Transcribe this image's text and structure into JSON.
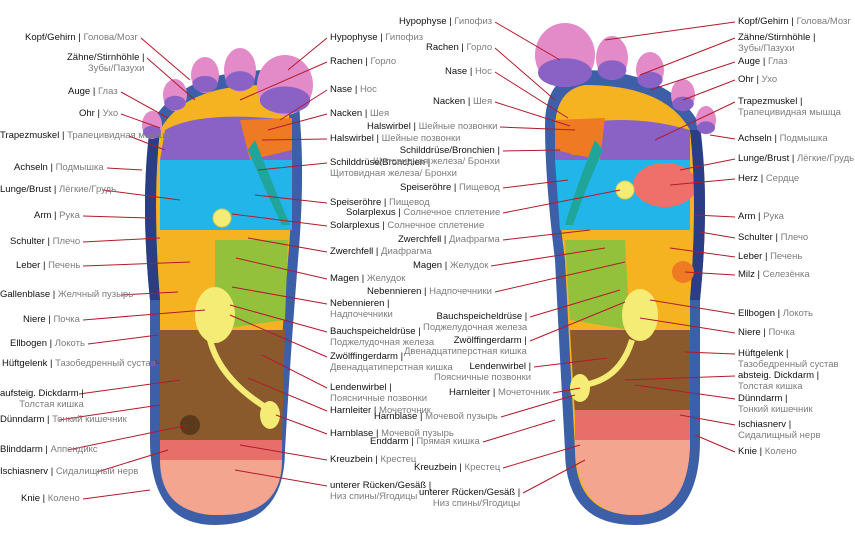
{
  "left_foot": {
    "left_labels": [
      {
        "de": "Kopf/Gehirn",
        "ru": "Голова/Мозг"
      },
      {
        "de": "Zähne/Stirnhöhle",
        "ru": "Зубы/Пазухи",
        "stacked": true
      },
      {
        "de": "Auge",
        "ru": "Глаз"
      },
      {
        "de": "Ohr",
        "ru": "Ухо"
      },
      {
        "de": "Trapezmuskel",
        "ru": "Трапецивидная мышца"
      },
      {
        "de": "Achseln",
        "ru": "Подмышка"
      },
      {
        "de": "Lunge/Brust",
        "ru": "Лёгкие/Грудь"
      },
      {
        "de": "Arm",
        "ru": "Рука"
      },
      {
        "de": "Schulter",
        "ru": "Плечо"
      },
      {
        "de": "Leber",
        "ru": "Печень"
      },
      {
        "de": "Gallenblase",
        "ru": "Желчный пузырь"
      },
      {
        "de": "Niere",
        "ru": "Почка"
      },
      {
        "de": "Ellbogen",
        "ru": "Локоть"
      },
      {
        "de": "Hüftgelenk",
        "ru": "Тазобедренный сустав"
      },
      {
        "de": "aufsteig. Dickdarm",
        "ru": "Толстая кишка",
        "stacked": true
      },
      {
        "de": "Dünndarm",
        "ru": "Тонкий кишечник"
      },
      {
        "de": "Blinddarm",
        "ru": "Аппендикс"
      },
      {
        "de": "Ischiasnerv",
        "ru": "Сидалищный нерв"
      },
      {
        "de": "Knie",
        "ru": "Колено"
      }
    ],
    "right_labels": [
      {
        "de": "Hypophyse",
        "ru": "Гипофиз"
      },
      {
        "de": "Rachen",
        "ru": "Горло"
      },
      {
        "de": "Nase",
        "ru": "Нос"
      },
      {
        "de": "Nacken",
        "ru": "Шея"
      },
      {
        "de": "Halswirbel",
        "ru": "Шейные позвонки"
      },
      {
        "de": "Schilddrüse/Bronchien",
        "ru": "Щитовидная железа/ Бронхи",
        "stacked": true
      },
      {
        "de": "Speiseröhre",
        "ru": "Пищевод"
      },
      {
        "de": "Solarplexus",
        "ru": "Солнечное сплетение"
      },
      {
        "de": "Zwerchfell",
        "ru": "Диафрагма"
      },
      {
        "de": "Magen",
        "ru": "Желудок"
      },
      {
        "de": "Nebennieren",
        "ru": "Надпочечники",
        "stacked": true
      },
      {
        "de": "Bauchspeicheldrüse",
        "ru": "Поджелудочная железа",
        "stacked": true
      },
      {
        "de": "Zwölffingerdarm",
        "ru": "Двенадцатиперстная кишка",
        "stacked": true
      },
      {
        "de": "Lendenwirbel",
        "ru": "Поясничные позвонки",
        "stacked": true
      },
      {
        "de": "Harnleiter",
        "ru": "Мочеточник"
      },
      {
        "de": "Harnblase",
        "ru": "Мочевой пузырь"
      },
      {
        "de": "Kreuzbein",
        "ru": "Крестец"
      },
      {
        "de": "unterer Rücken/Gesäß",
        "ru": "Низ спины/Ягодицы",
        "stacked": true
      }
    ]
  },
  "right_foot": {
    "left_labels": [
      {
        "de": "Hypophyse",
        "ru": "Гипофиз"
      },
      {
        "de": "Rachen",
        "ru": "Горло"
      },
      {
        "de": "Nase",
        "ru": "Нос"
      },
      {
        "de": "Nacken",
        "ru": "Шея"
      },
      {
        "de": "Halswirbel",
        "ru": "Шейные позвонки"
      },
      {
        "de": "Schilddrüse/Bronchien",
        "ru": "Щитовидная железа/ Бронхи",
        "stacked": true
      },
      {
        "de": "Speiseröhre",
        "ru": "Пищевод"
      },
      {
        "de": "Solarplexus",
        "ru": "Солнечное сплетение"
      },
      {
        "de": "Zwerchfell",
        "ru": "Диафрагма"
      },
      {
        "de": "Magen",
        "ru": "Желудок"
      },
      {
        "de": "Nebennieren",
        "ru": "Надпочечники"
      },
      {
        "de": "Bauchspeicheldrüse",
        "ru": "Поджелудочная железа",
        "stacked": true
      },
      {
        "de": "Zwölffingerdarm",
        "ru": "Двенадцатиперстная кишка",
        "stacked": true
      },
      {
        "de": "Lendenwirbel",
        "ru": "Поясничные позвонки",
        "stacked": true
      },
      {
        "de": "Harnleiter",
        "ru": "Мочеточник"
      },
      {
        "de": "Harnblase",
        "ru": "Мочевой пузырь"
      },
      {
        "de": "Enddarm",
        "ru": "Прямая кишка"
      },
      {
        "de": "Kreuzbein",
        "ru": "Крестец"
      },
      {
        "de": "unterer Rücken/Gesäß",
        "ru": "Низ спины/Ягодицы",
        "stacked": true
      }
    ],
    "right_labels": [
      {
        "de": "Kopf/Gehirn",
        "ru": "Голова/Мозг"
      },
      {
        "de": "Zähne/Stirnhöhle",
        "ru": "Зубы/Пазухи",
        "stacked": true
      },
      {
        "de": "Auge",
        "ru": "Глаз"
      },
      {
        "de": "Ohr",
        "ru": "Ухо"
      },
      {
        "de": "Trapezmuskel",
        "ru": "Трапецивидная мышца",
        "stacked": true
      },
      {
        "de": "Achseln",
        "ru": "Подмышка"
      },
      {
        "de": "Lunge/Brust",
        "ru": "Лёгкие/Грудь"
      },
      {
        "de": "Herz",
        "ru": "Сердце"
      },
      {
        "de": "Arm",
        "ru": "Рука"
      },
      {
        "de": "Schulter",
        "ru": "Плечо"
      },
      {
        "de": "Leber",
        "ru": "Печень"
      },
      {
        "de": "Milz",
        "ru": "Селезёнка"
      },
      {
        "de": "Ellbogen",
        "ru": "Локоть"
      },
      {
        "de": "Niere",
        "ru": "Почка"
      },
      {
        "de": "Hüftgelenk",
        "ru": "Тазобедренный сустав",
        "stacked": true
      },
      {
        "de": "absteig. Dickdarm",
        "ru": "Толстая кишка",
        "stacked": true
      },
      {
        "de": "Dünndarm",
        "ru": "Тонкий кишечник",
        "stacked": true
      },
      {
        "de": "Ischiasnerv",
        "ru": "Сидалищный нерв",
        "stacked": true
      },
      {
        "de": "Knie",
        "ru": "Колено"
      }
    ]
  },
  "colors": {
    "outline_blue": "#3d5fa8",
    "pink_toe": "#e38ac8",
    "purple": "#8a62c6",
    "orange": "#ee7a24",
    "cyan": "#22b5ea",
    "teal": "#1fa59a",
    "yellow": "#f6b321",
    "green": "#93c13c",
    "brown": "#8a5a2c",
    "salmon": "#f3a590",
    "red_heart": "#ef6f6a",
    "light_yellow": "#f4ec74",
    "lead_line": "#b31a2a"
  }
}
